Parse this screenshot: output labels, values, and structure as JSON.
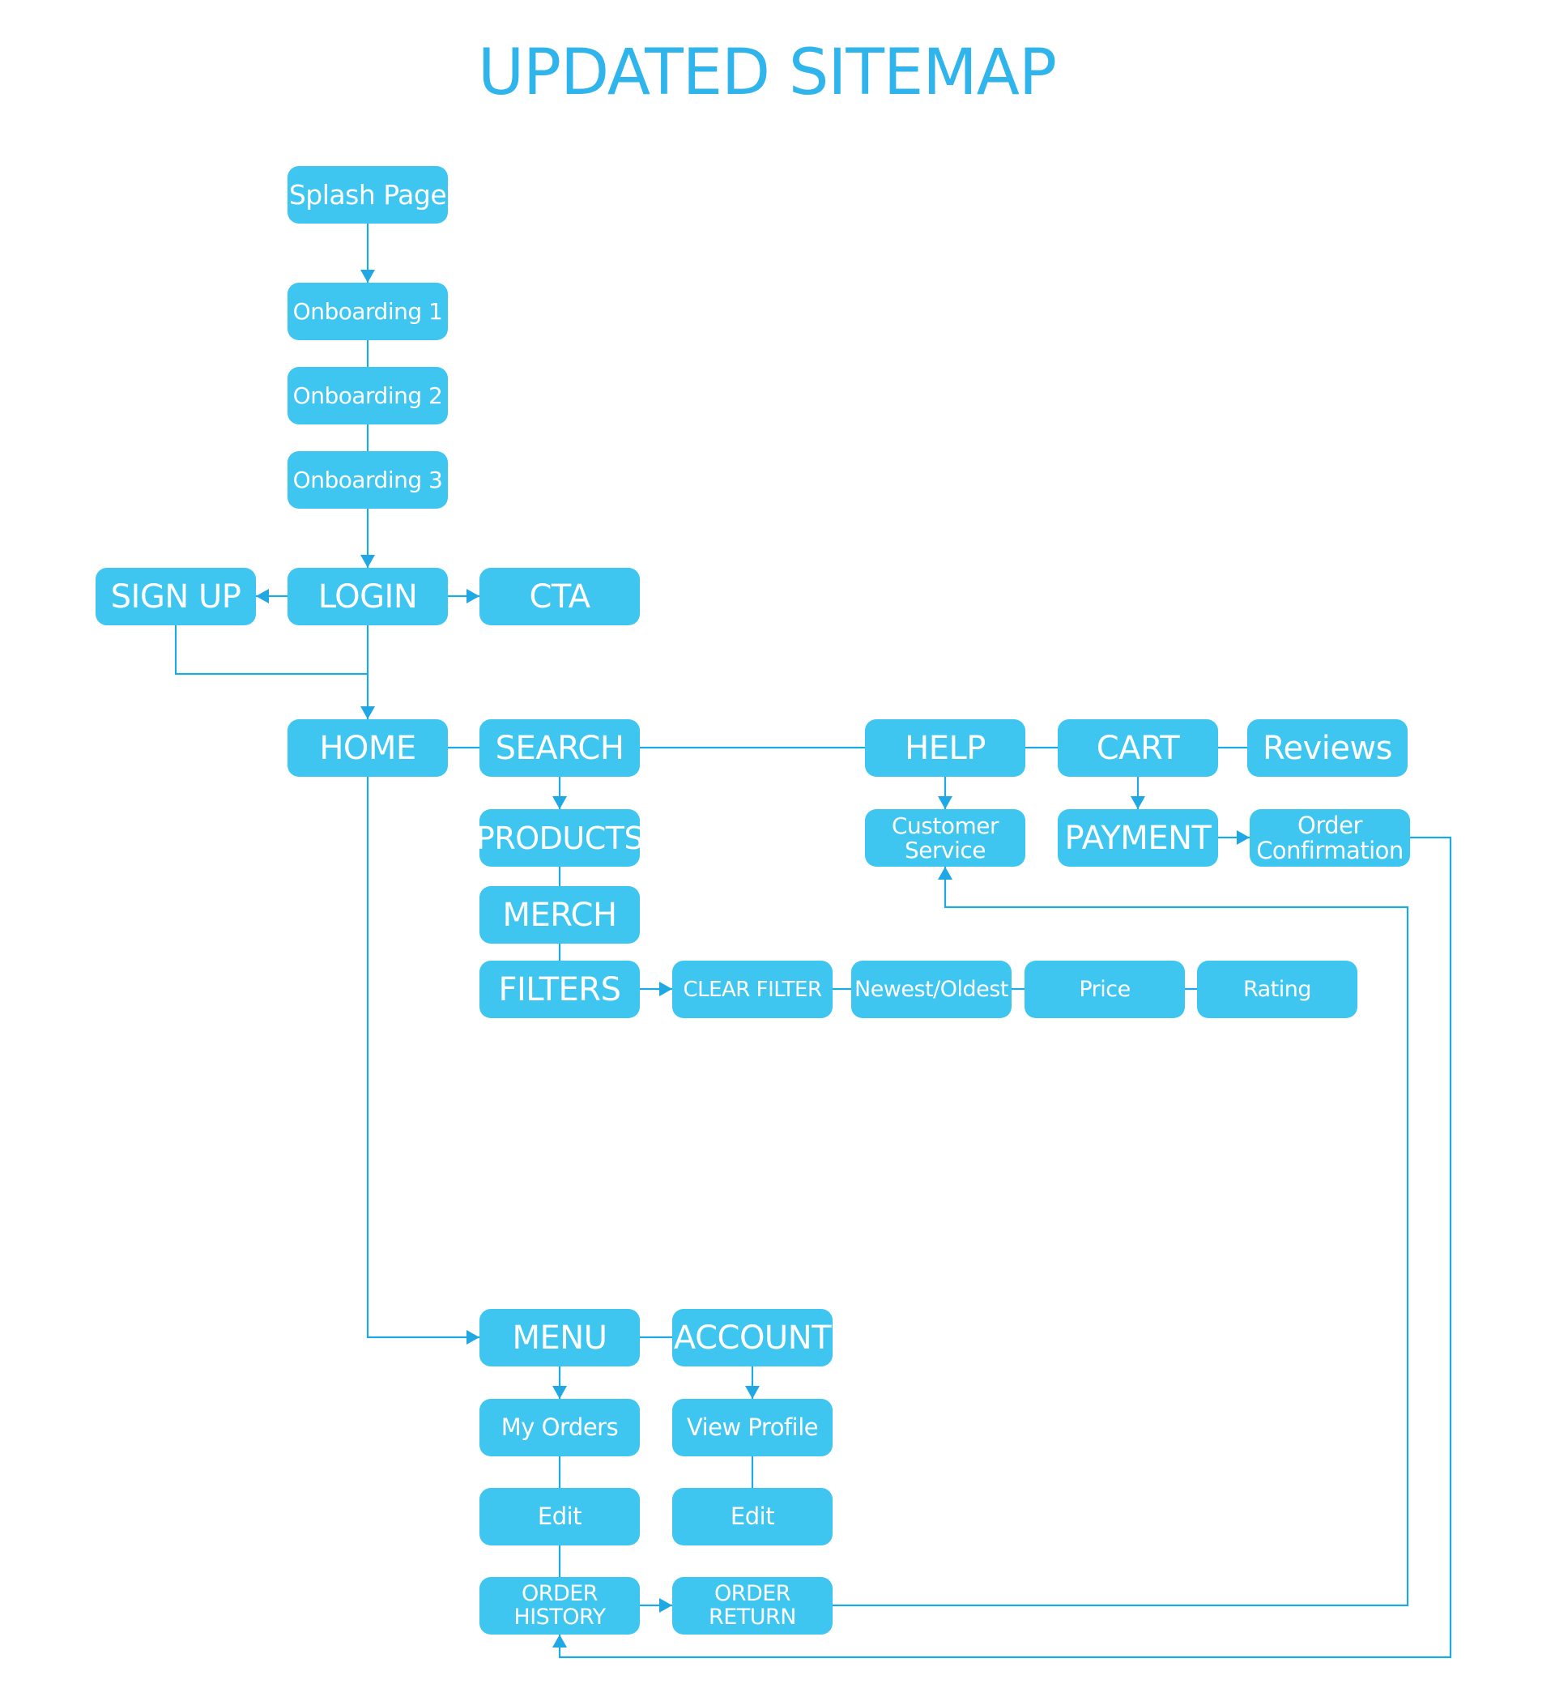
{
  "title": "UPDATED SITEMAP",
  "colors": {
    "node_fill": "#3EC6F0",
    "connector": "#1FA8E3",
    "title": "#2FB4EC",
    "background": "#FFFFFF"
  },
  "nodes": {
    "splash": "Splash Page",
    "onboarding1": "Onboarding 1",
    "onboarding2": "Onboarding 2",
    "onboarding3": "Onboarding 3",
    "signup": "SIGN UP",
    "login": "LOGIN",
    "cta": "CTA",
    "home": "HOME",
    "search": "SEARCH",
    "help": "HELP",
    "cart": "CART",
    "reviews": "Reviews",
    "products": "PRODUCTS",
    "customer_service": [
      "Customer",
      "Service"
    ],
    "payment": "PAYMENT",
    "order_confirmation": [
      "Order",
      "Confirmation"
    ],
    "merch": "MERCH",
    "filters": "FILTERS",
    "clear_filter": "CLEAR FILTER",
    "newest_oldest": "Newest/Oldest",
    "price": "Price",
    "rating": "Rating",
    "menu": "MENU",
    "account": "ACCOUNT",
    "my_orders": "My Orders",
    "view_profile": "View Profile",
    "orders_edit": "Edit",
    "profile_edit": "Edit",
    "order_history": [
      "ORDER",
      "HISTORY"
    ],
    "order_return": [
      "ORDER",
      "RETURN"
    ]
  }
}
